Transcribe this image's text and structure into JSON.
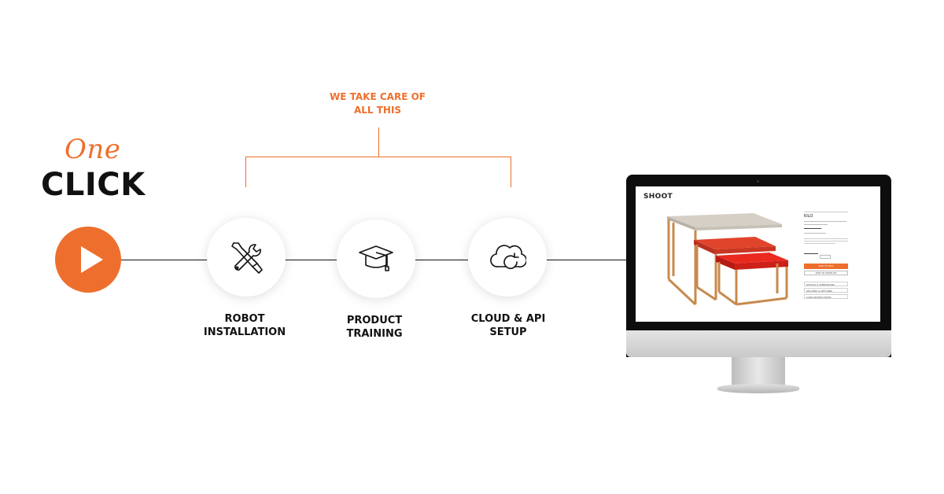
{
  "heading": {
    "one": "One",
    "click": "CLICK"
  },
  "bracket": {
    "text": "WE TAKE CARE OF\nALL THIS"
  },
  "steps": [
    {
      "label": "ROBOT\nINSTALLATION",
      "icon": "wrench-screwdriver-icon"
    },
    {
      "label": "PRODUCT\nTRAINING",
      "icon": "graduation-cap-icon"
    },
    {
      "label": "CLOUD & API\nSETUP",
      "icon": "cloud-sync-icon"
    }
  ],
  "monitor": {
    "logo": "SHOOT",
    "product": {
      "name": "KILO",
      "add_button": "ADD TO BAG",
      "wishlist": "ADD TO WISHLIST",
      "sections": [
        "DETAILS & DIMENSIONS",
        "DELIVERY & RETURNS",
        "CARE INSTRUCTIONS"
      ]
    }
  },
  "colors": {
    "accent": "#ee6f2d",
    "text": "#111111"
  }
}
